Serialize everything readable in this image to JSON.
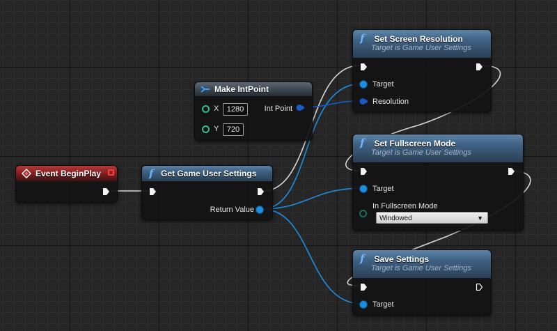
{
  "nodes": {
    "event_begin_play": {
      "title": "Event BeginPlay"
    },
    "get_game_user_settings": {
      "title": "Get Game User Settings",
      "output_label": "Return Value"
    },
    "make_int_point": {
      "title": "Make IntPoint",
      "x_label": "X",
      "x_value": "1280",
      "y_label": "Y",
      "y_value": "720",
      "output_label": "Int Point"
    },
    "set_screen_resolution": {
      "title": "Set Screen Resolution",
      "subtitle": "Target is Game User Settings",
      "target_label": "Target",
      "resolution_label": "Resolution"
    },
    "set_fullscreen_mode": {
      "title": "Set Fullscreen Mode",
      "subtitle": "Target is Game User Settings",
      "target_label": "Target",
      "mode_label": "In Fullscreen Mode",
      "mode_value": "Windowed"
    },
    "save_settings": {
      "title": "Save Settings",
      "subtitle": "Target is Game User Settings",
      "target_label": "Target"
    }
  },
  "icons": {
    "function": "f",
    "event": "diamond",
    "make_struct": "struct-split",
    "exec": "exec-arrow"
  },
  "colors": {
    "exec_wire": "#e8e8e8",
    "object_wire": "#1e8fde",
    "struct_wire": "#1a5ac8",
    "event_header": "#8a2020",
    "function_header": "#3f6284"
  }
}
